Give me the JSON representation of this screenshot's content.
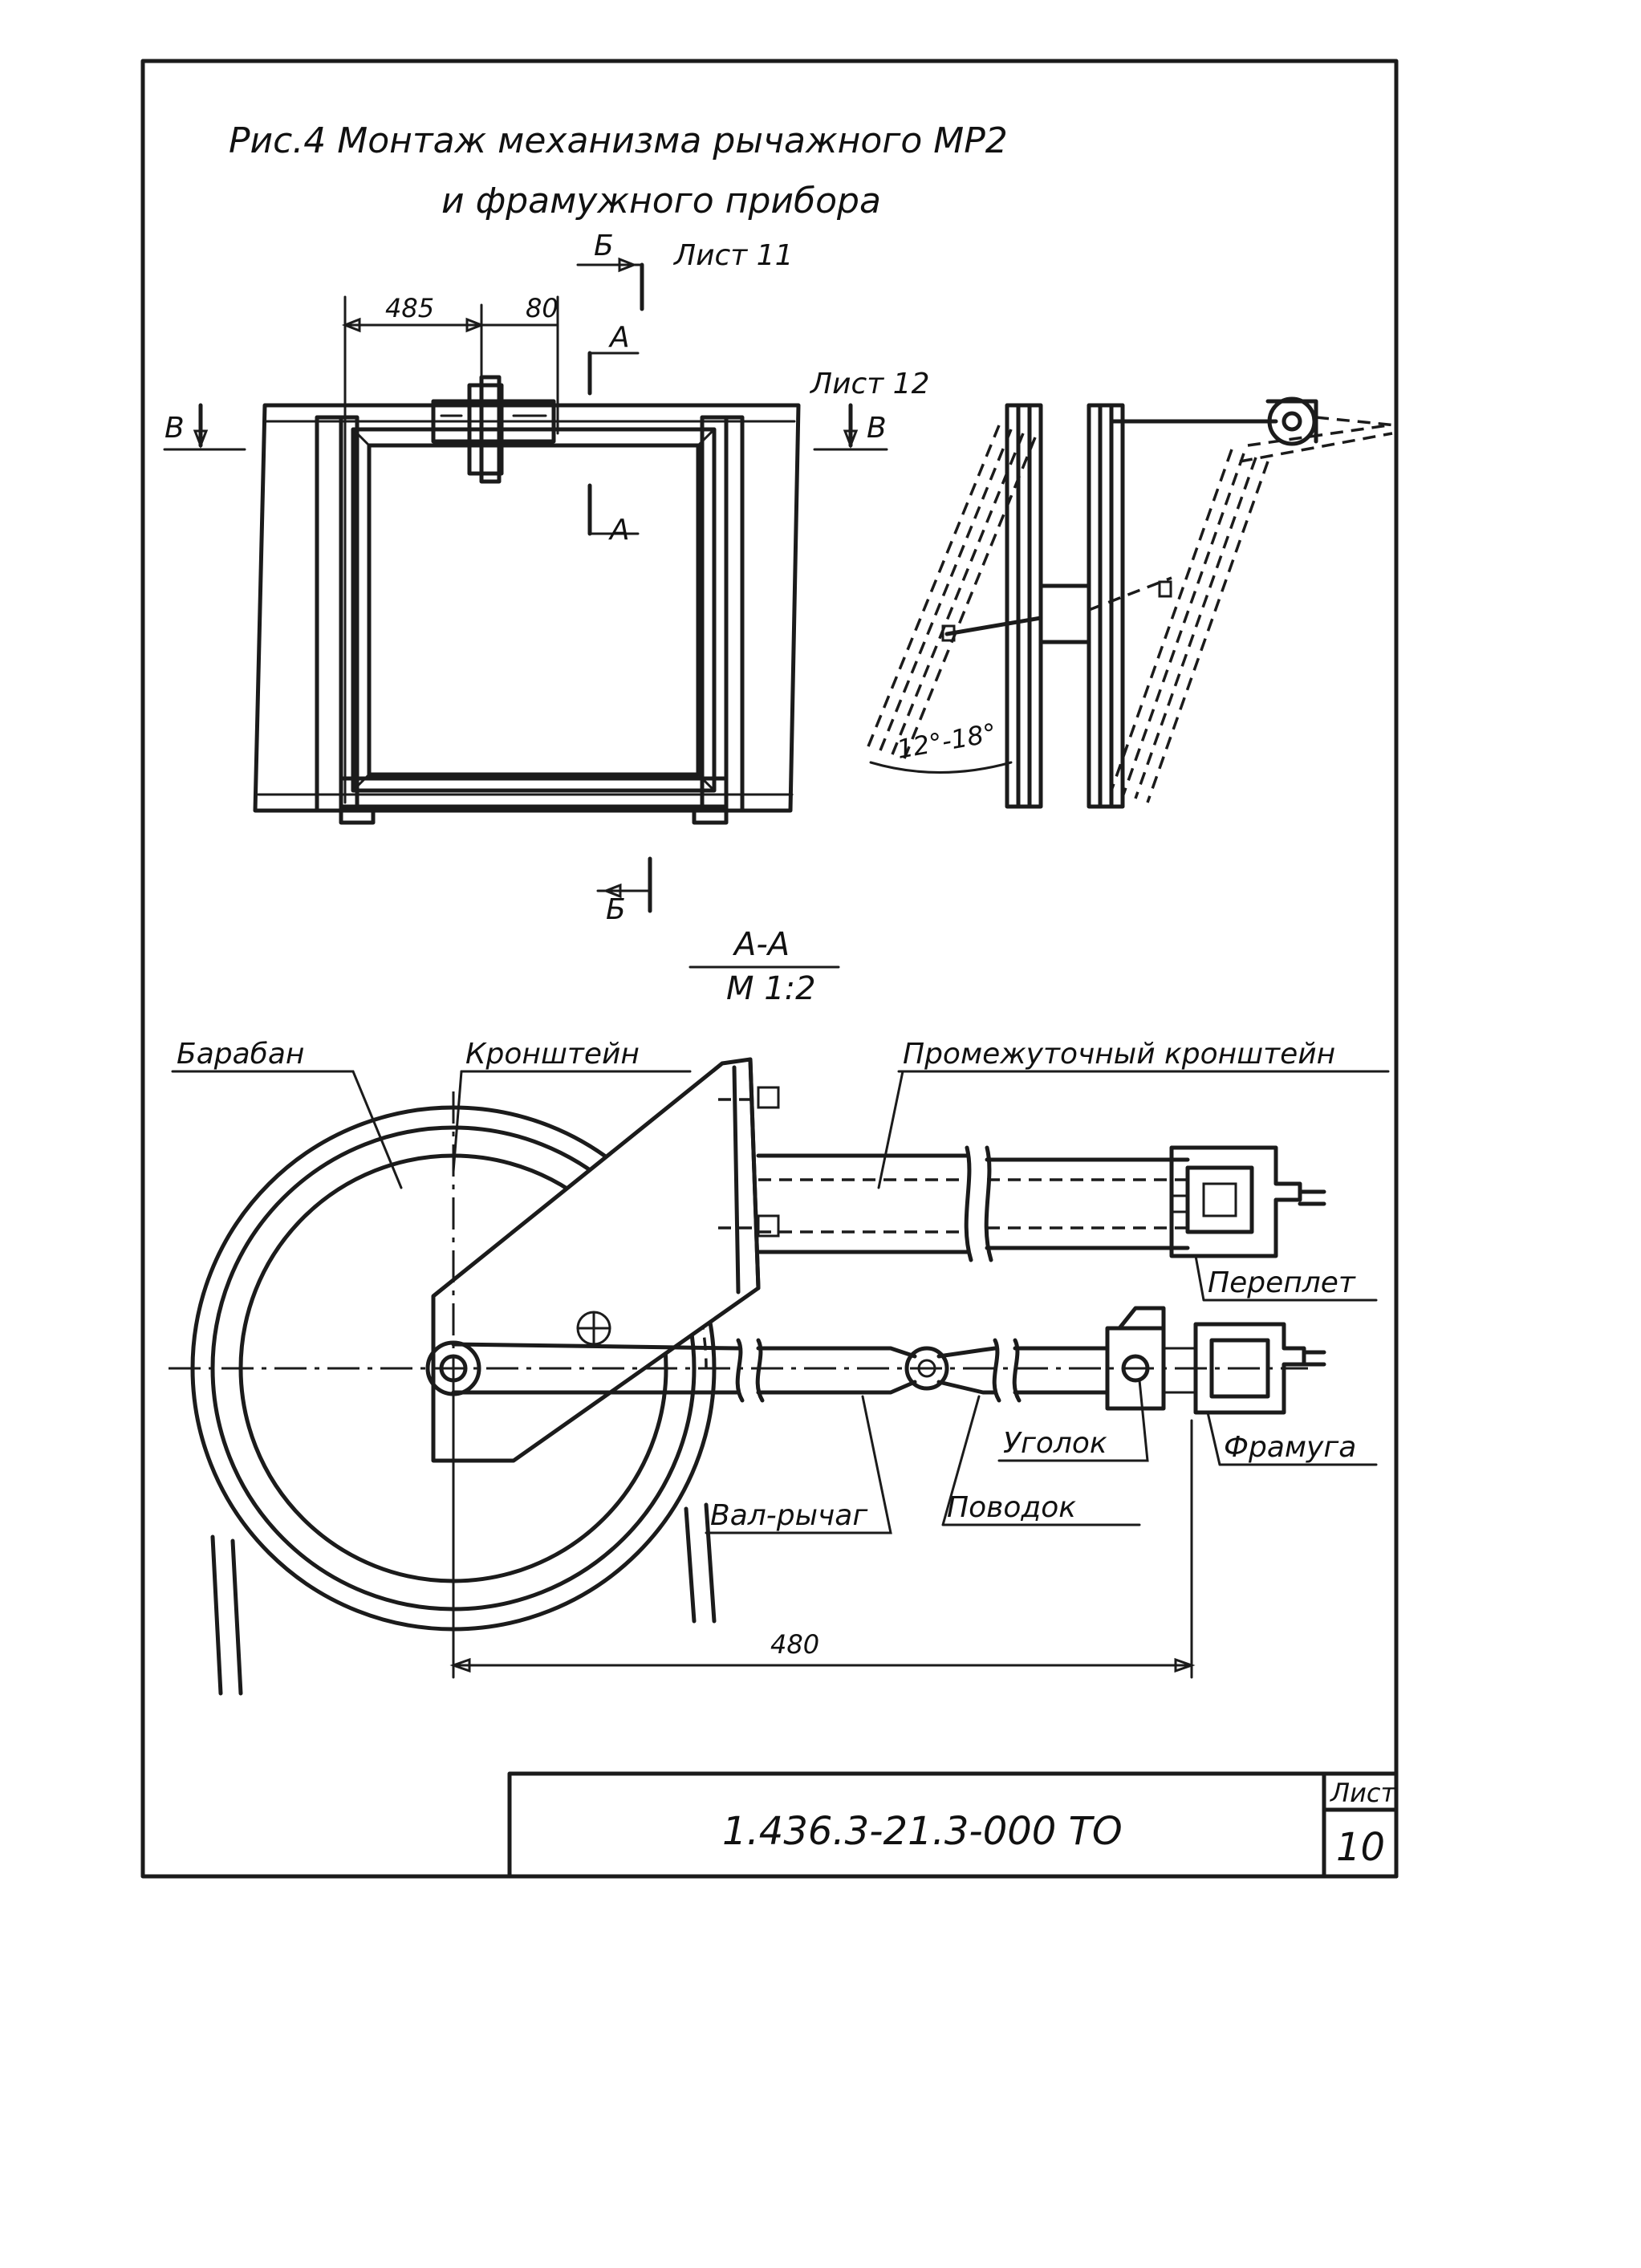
{
  "title": {
    "line1": "Рис.4 Монтаж механизма рычажного МР2",
    "line2": "и фрамужного прибора"
  },
  "top_view": {
    "section_b": "Б",
    "sheet_ref_11": "Лист 11",
    "dim_485": "485",
    "dim_80": "80",
    "section_a": "А",
    "section_v": "В",
    "sheet_ref_12": "Лист 12",
    "angle": "12°-18°"
  },
  "section_view": {
    "heading": "А-А",
    "scale": "М 1:2",
    "labels": {
      "drum": "Барабан",
      "bracket": "Кронштейн",
      "intermediate_bracket": "Промежуточный кронштейн",
      "sash_frame": "Переплет",
      "transom": "Фрамуга",
      "angle_piece": "Уголок",
      "shaft_lever": "Вал-рычаг",
      "drive_rod": "Поводок"
    },
    "dim_480": "480"
  },
  "title_block": {
    "code": "1.436.3-21.3-000 ТО",
    "sheet_label": "Лист",
    "sheet_number": "10"
  }
}
